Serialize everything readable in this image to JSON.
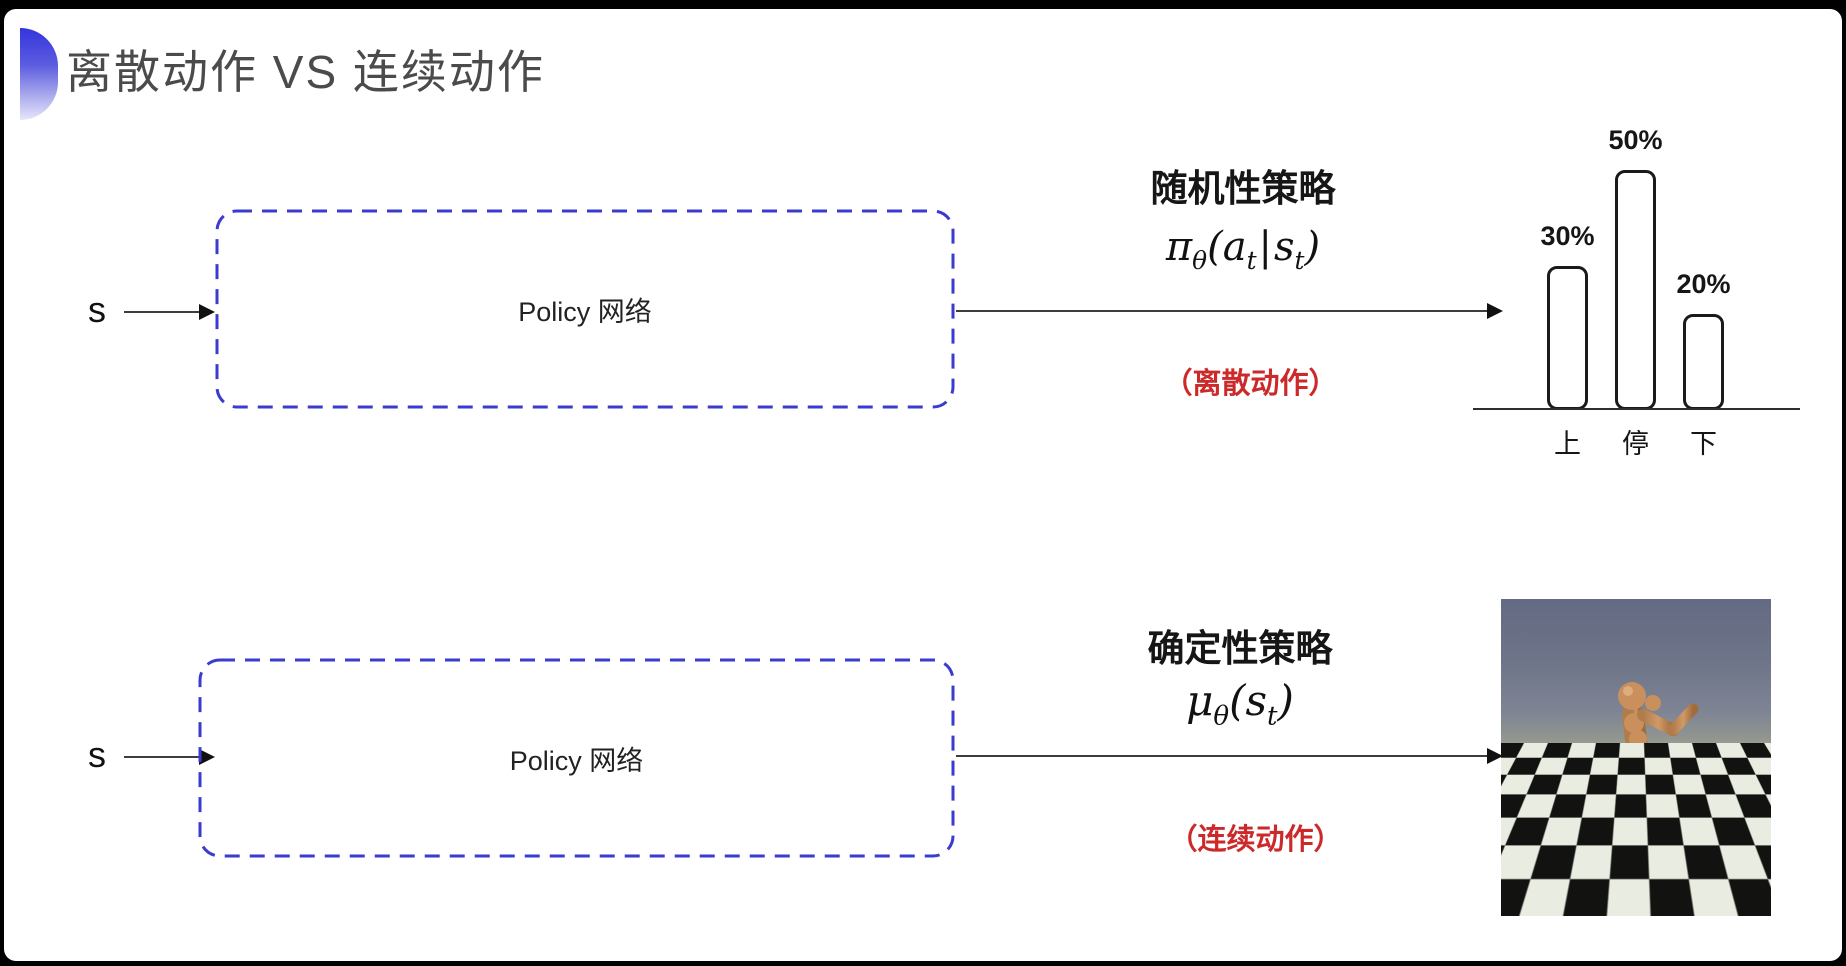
{
  "slide": {
    "title": "离散动作 VS 连续动作"
  },
  "discrete_row": {
    "state_label": "s",
    "box_label": "Policy 网络",
    "policy_type": "随机性策略",
    "formula": {
      "fn": "π",
      "fn_sub": "θ",
      "lparen": "(",
      "arg1": "a",
      "arg1_sub": "t",
      "pipe": "|",
      "arg2": "s",
      "arg2_sub": "t",
      "rparen": ")"
    },
    "action_note": "（离散动作）"
  },
  "continuous_row": {
    "state_label": "s",
    "box_label": "Policy 网络",
    "policy_type": "确定性策略",
    "formula": {
      "fn": "μ",
      "fn_sub": "θ",
      "lparen": "(",
      "arg1": "s",
      "arg1_sub": "t",
      "rparen": ")"
    },
    "action_note": "（连续动作）"
  },
  "chart_data": {
    "type": "bar",
    "categories": [
      "上",
      "停",
      "下"
    ],
    "values": [
      30,
      50,
      20
    ],
    "value_labels": [
      "30%",
      "50%",
      "20%"
    ],
    "title": "",
    "xlabel": "",
    "ylabel": "",
    "ylim": [
      0,
      50
    ],
    "grid": false,
    "legend": false,
    "bar_style": "outlined rounded bars, white fill, black border"
  },
  "robot_scene": {
    "label": "humanoid-robot-simulation"
  },
  "colors": {
    "box_dash_blue": "#3b3bcf",
    "note_red": "#cc2a2a",
    "title_gray": "#4b4b4b",
    "deco_blue": "#3434dd",
    "arrow_black": "#1a1a1a"
  }
}
